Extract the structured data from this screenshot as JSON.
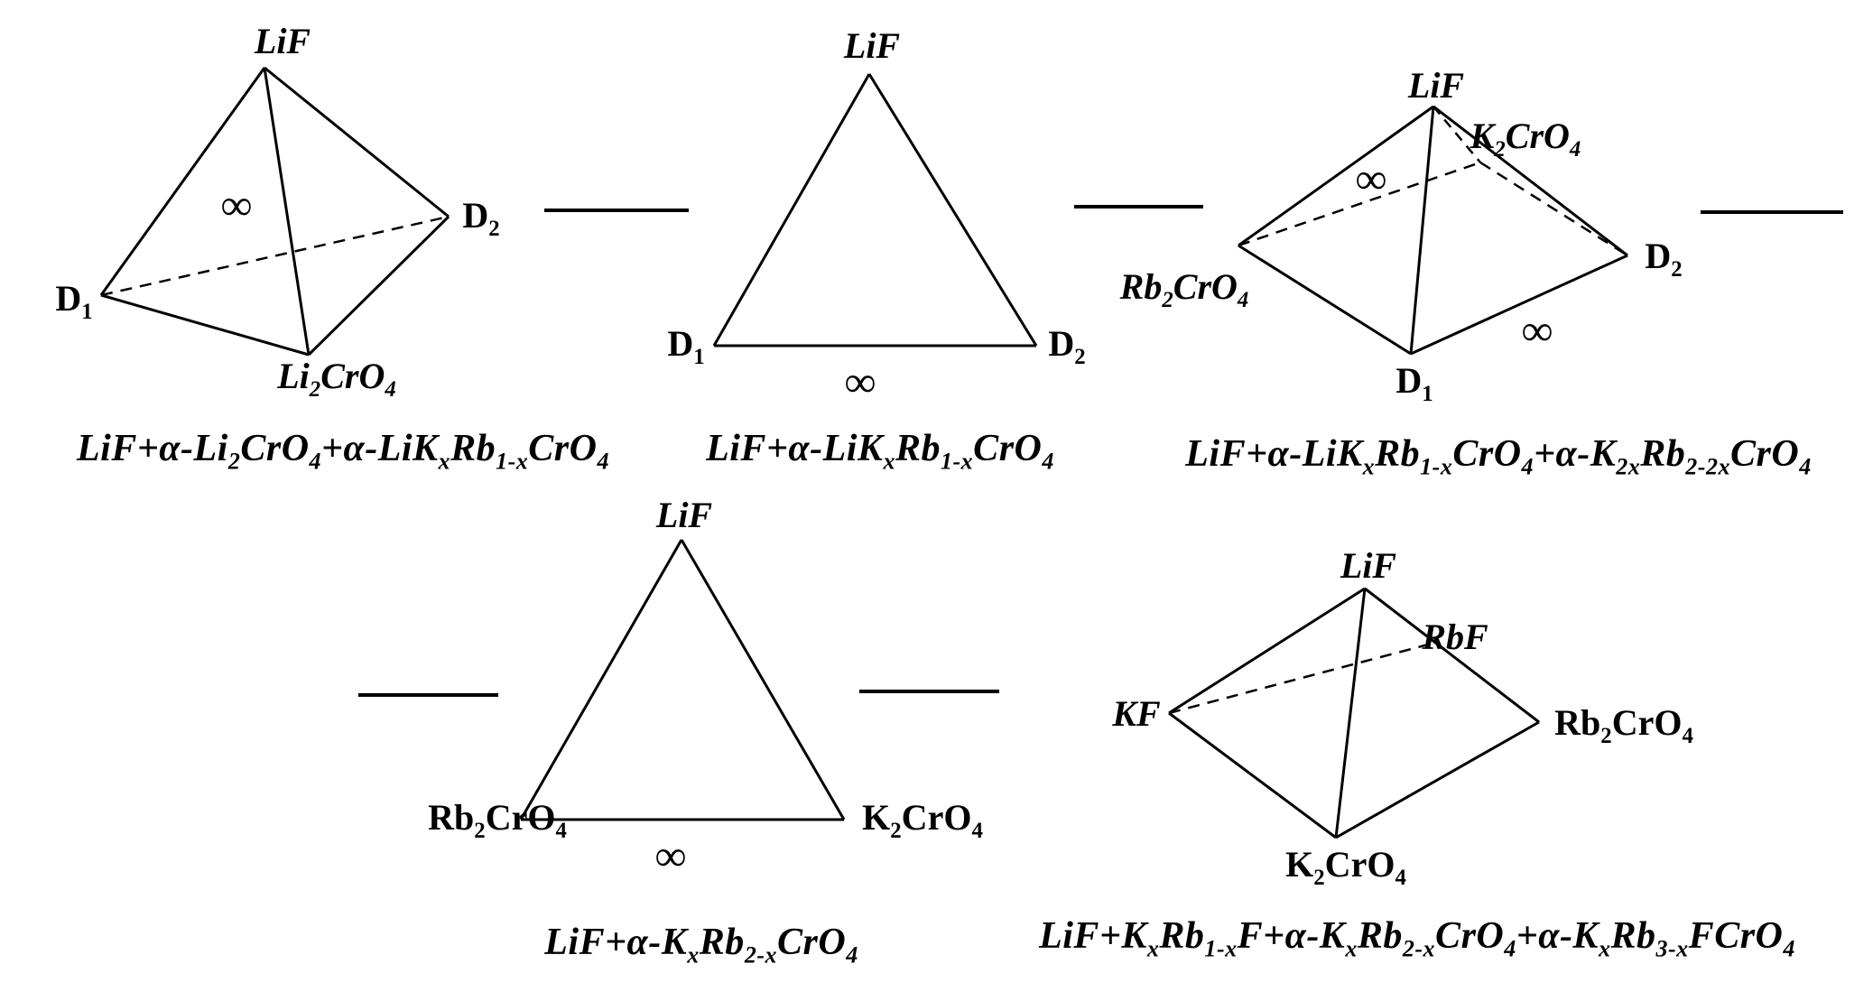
{
  "figure": {
    "background_color": "#ffffff",
    "line_color": "#000000",
    "infinity_glyph": "∞",
    "diagrams": [
      {
        "shape": "tetrahedron",
        "labels": {
          "top": "LiF",
          "left": "D~1~",
          "right": "D~2~",
          "front": "Li~2~CrO~4~"
        },
        "infinity": "∞",
        "caption": "LiF+α-Li~2~CrO~4~+α-LiK~x~Rb~1-x~CrO~4~"
      },
      {
        "shape": "triangle",
        "labels": {
          "top": "LiF",
          "left": "D~1~",
          "right": "D~2~"
        },
        "infinity": "∞",
        "caption": "LiF+α-LiK~x~Rb~1-x~CrO~4~"
      },
      {
        "shape": "pyramid",
        "labels": {
          "top": "LiF",
          "back": "K~2~CrO~4~",
          "left": "Rb~2~CrO~4~",
          "right": "D~2~",
          "front": "D~1~"
        },
        "infinity_upper": "∞",
        "infinity_lower": "∞",
        "caption": "LiF+α-LiK~x~Rb~1-x~CrO~4~+α-K~2x~Rb~2-2x~CrO~4~"
      },
      {
        "shape": "triangle",
        "labels": {
          "top": "LiF",
          "left": "Rb~2~CrO~4~",
          "right": "K~2~CrO~4~"
        },
        "infinity": "∞",
        "caption": "LiF+α-K~x~Rb~2-x~CrO~4~"
      },
      {
        "shape": "pyramid",
        "labels": {
          "top": "LiF",
          "back": "RbF",
          "left": "KF",
          "right": "Rb~2~CrO~4~",
          "front": "K~2~CrO~4~"
        },
        "caption": "LiF+K~x~Rb~1-x~F+α-K~x~Rb~2-x~CrO~4~+α-K~x~Rb~3-x~FCrO~4~"
      }
    ]
  }
}
